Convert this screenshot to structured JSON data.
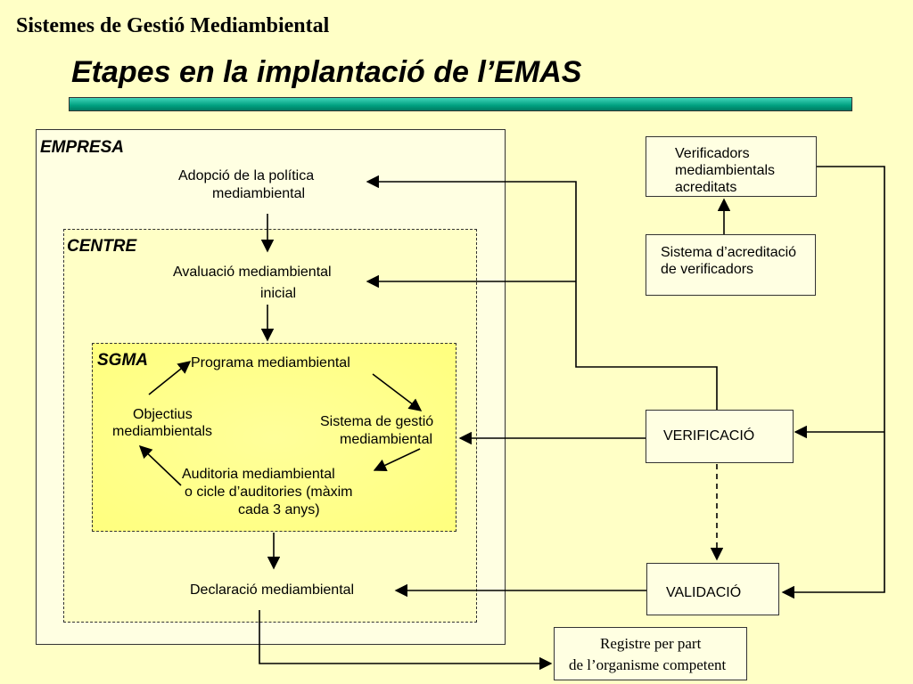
{
  "header": "Sistemes de Gestió Mediambiental",
  "title": "Etapes en la implantació de l’EMAS",
  "frames": {
    "empresa": "EMPRESA",
    "centre": "CENTRE",
    "sgma": "SGMA"
  },
  "steps": {
    "adopcio": [
      "Adopció de la política",
      "mediambiental"
    ],
    "avaluacio": [
      "Avaluació mediambiental",
      "inicial"
    ],
    "programa": "Programa mediambiental",
    "objectius": [
      "Objectius",
      "mediambientals"
    ],
    "sistema_gestio": [
      "Sistema de gestió",
      "mediambiental"
    ],
    "auditoria": [
      "Auditoria  mediambiental",
      "o cicle d’auditories (màxim",
      "cada 3 anys)"
    ],
    "declaracio": "Declaració mediambiental"
  },
  "external": {
    "verificadors": [
      "Verificadors",
      "mediambientals",
      "acreditats"
    ],
    "sistema_acreditacio": [
      "Sistema d’acreditació",
      "de verificadors"
    ],
    "verificacio": "VERIFICACIÓ",
    "validacio": "VALIDACIÓ",
    "registre": [
      "Registre per part",
      "de l’organisme competent"
    ]
  }
}
